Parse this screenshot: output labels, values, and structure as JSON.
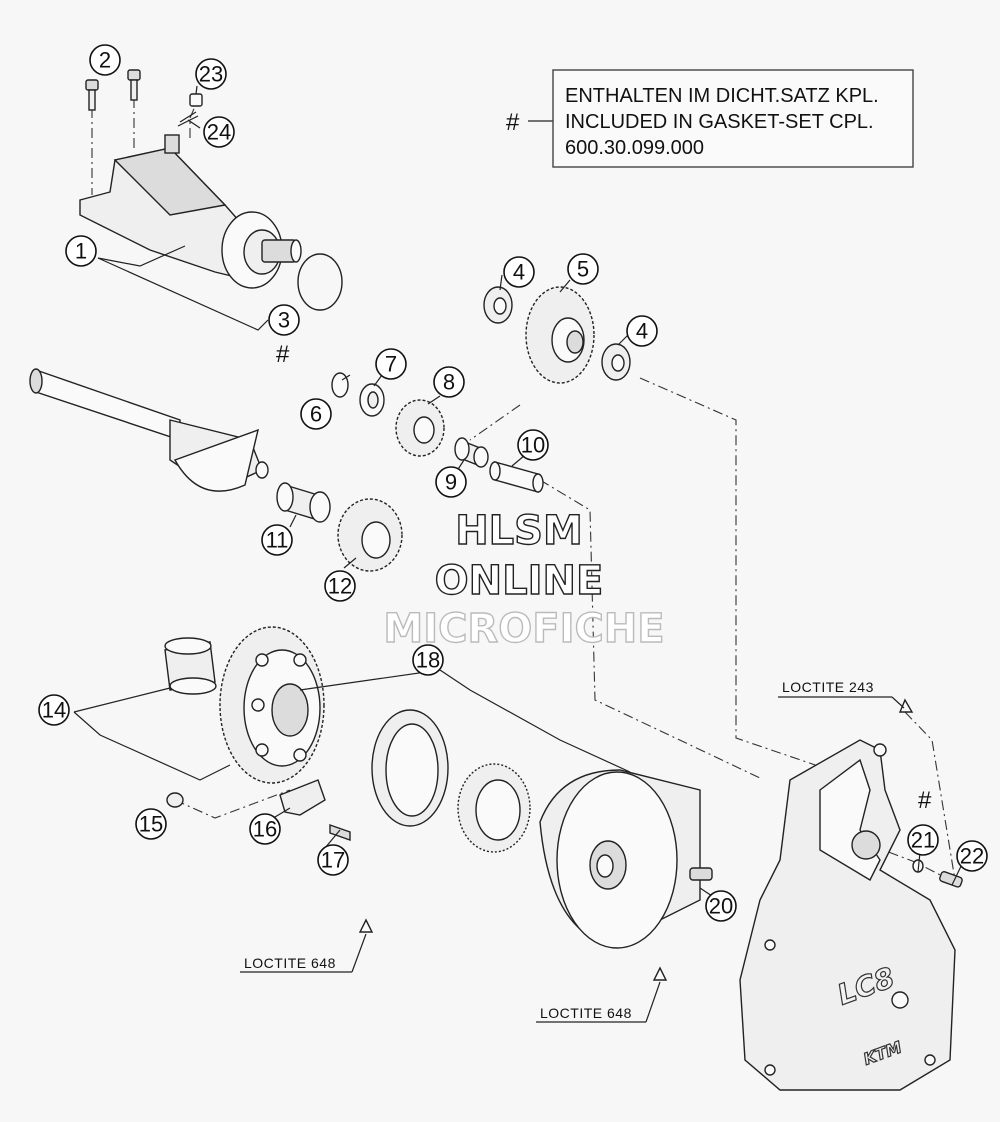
{
  "note": {
    "hash_symbol": "#",
    "line1": "ENTHALTEN IM DICHT.SATZ KPL.",
    "line2": "INCLUDED IN GASKET-SET CPL.",
    "line3": "600.30.099.000"
  },
  "hash_marks": {
    "starter_oring": "#",
    "cover_bolt": "#"
  },
  "loctite": {
    "top_right": "LOCTITE 243",
    "bottom_left": "LOCTITE 648",
    "bottom_middle": "LOCTITE 648"
  },
  "watermark": {
    "line1": "HLSM",
    "line2": "ONLINE",
    "line3": "MICROFICHE"
  },
  "cover_logo": {
    "lc8": "LC8",
    "ktm": "KTM"
  },
  "callouts": [
    "1",
    "2",
    "3",
    "4",
    "4",
    "5",
    "6",
    "7",
    "8",
    "9",
    "10",
    "11",
    "12",
    "14",
    "15",
    "16",
    "17",
    "18",
    "20",
    "21",
    "22",
    "23",
    "24"
  ]
}
